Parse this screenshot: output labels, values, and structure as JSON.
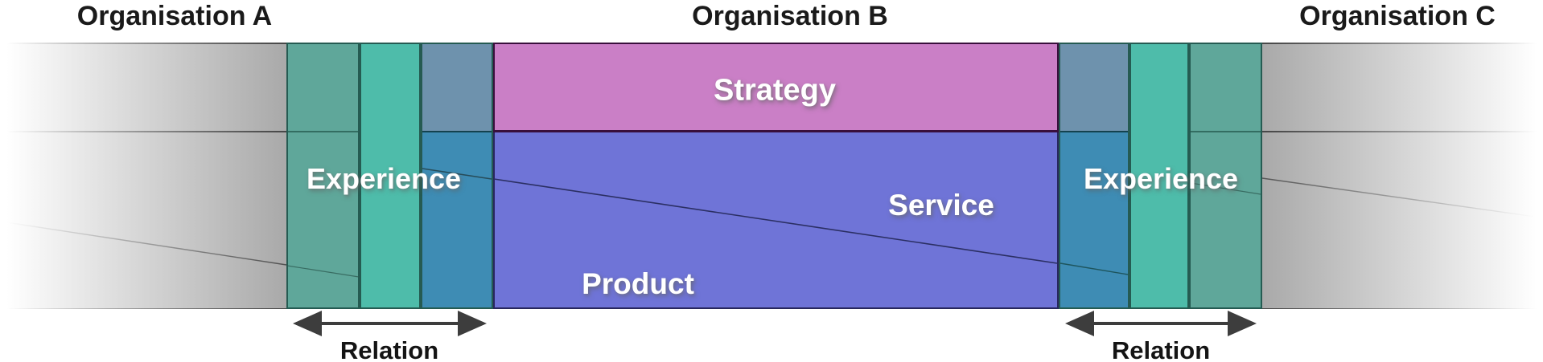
{
  "diagram": {
    "org_a": {
      "title": "Organisation A"
    },
    "org_b": {
      "title": "Organisation B",
      "strategy_label": "Strategy",
      "service_label": "Service",
      "product_label": "Product"
    },
    "org_c": {
      "title": "Organisation C"
    },
    "experience_left": {
      "label": "Experience"
    },
    "experience_right": {
      "label": "Experience"
    },
    "relation_left": {
      "label": "Relation"
    },
    "relation_right": {
      "label": "Relation"
    }
  },
  "colors": {
    "sea-green": "#5FA79A",
    "teal": "#4EBCAA",
    "steel-blue": "#6E92AD",
    "blue": "#3E8CB4",
    "periwinkle": "#6F74D7",
    "pink": "#CA7FC6",
    "border-teal": "#255B52",
    "border-purple": "#390F3C",
    "border-navy": "#28275E",
    "arrow": "#3D3D3D",
    "gradient-gray": "#A9A9A9"
  }
}
